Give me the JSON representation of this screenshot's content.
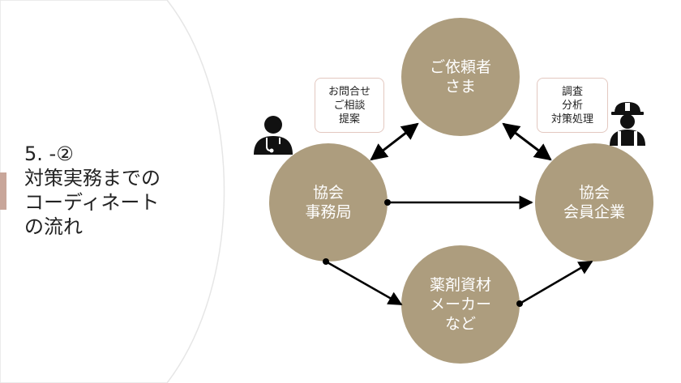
{
  "slide": {
    "title": "5. -②\n対策実務までの\nコーディネート\nの流れ"
  },
  "nodes": {
    "client": "ご依頼者\nさま",
    "office": "協会\n事務局",
    "member": "協会\n会員企業",
    "maker": "薬剤資材\nメーカー\nなど"
  },
  "notes": {
    "office_client": "お問合せ\nご相談\n提案",
    "client_member": "調査\n分析\n対策処理"
  },
  "icons": {
    "office_person": "doctor-icon",
    "member_person": "worker-icon"
  },
  "colors": {
    "node_fill": "#ad9d7e",
    "accent": "#c8a69a",
    "note_border": "#e3c8c0",
    "arrow": "#000000"
  }
}
